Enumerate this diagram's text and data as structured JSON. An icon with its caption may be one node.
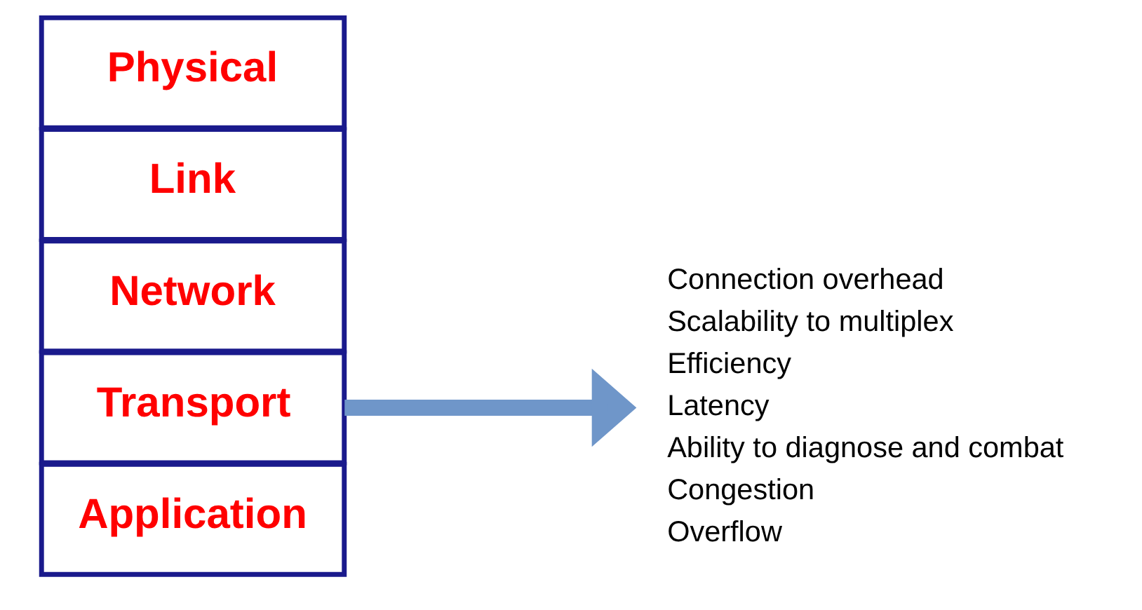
{
  "diagram": {
    "nodes": [
      {
        "text": [
          "Application"
        ]
      },
      {
        "text": [
          "Transport"
        ]
      },
      {
        "text": [
          "Network"
        ]
      },
      {
        "text": [
          "Link"
        ]
      },
      {
        "text": [
          "Physical"
        ]
      },
      {
        "text": [
          "Connection overhead",
          "Scalability to multiplex",
          "Efficiency",
          "Latency",
          "Ability to diagnose and combat",
          "Congestion",
          "Overflow"
        ]
      }
    ],
    "edges": [
      {
        "from": 1,
        "to": 5,
        "arrow": "to",
        "color": "#6f96c9"
      }
    ]
  }
}
